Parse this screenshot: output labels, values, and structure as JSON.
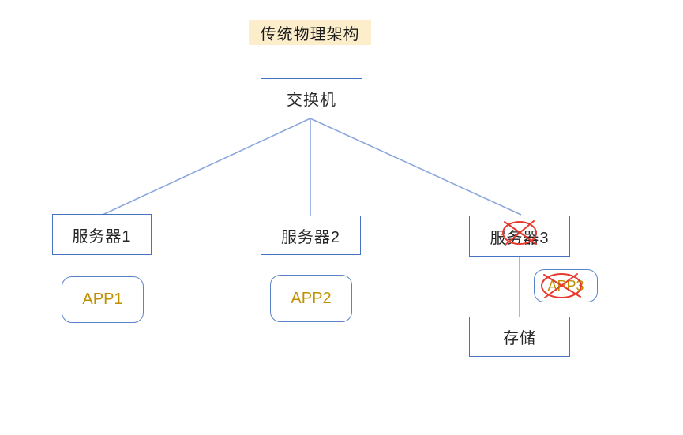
{
  "title": {
    "label": "传统物理架构"
  },
  "diagram": {
    "nodes": {
      "switch": {
        "label": "交换机",
        "shape": "rect"
      },
      "server1": {
        "label": "服务器1",
        "shape": "rect"
      },
      "server2": {
        "label": "服务器2",
        "shape": "rect"
      },
      "server3": {
        "label": "服务器3",
        "shape": "rect",
        "annotation": "crossed-out"
      },
      "app1": {
        "label": "APP1",
        "shape": "rounded"
      },
      "app2": {
        "label": "APP2",
        "shape": "rounded"
      },
      "app3": {
        "label": "APP3",
        "shape": "rounded",
        "annotation": "crossed-out"
      },
      "storage": {
        "label": "存储",
        "shape": "rect"
      }
    },
    "edges": [
      {
        "from": "switch",
        "to": "server1"
      },
      {
        "from": "switch",
        "to": "server2"
      },
      {
        "from": "switch",
        "to": "server3"
      },
      {
        "from": "server3",
        "to": "storage"
      }
    ],
    "crossed_out": [
      "服务器3",
      "APP3"
    ]
  },
  "colors": {
    "background": "#ffffff",
    "box_border": "#4673c1",
    "rounded_border": "#5b85c9",
    "connector": "#8aa7dd",
    "node_text": "#262626",
    "app_text": "#bf9000",
    "title_bg": "#fceecb",
    "crossout": "#e8392e"
  }
}
